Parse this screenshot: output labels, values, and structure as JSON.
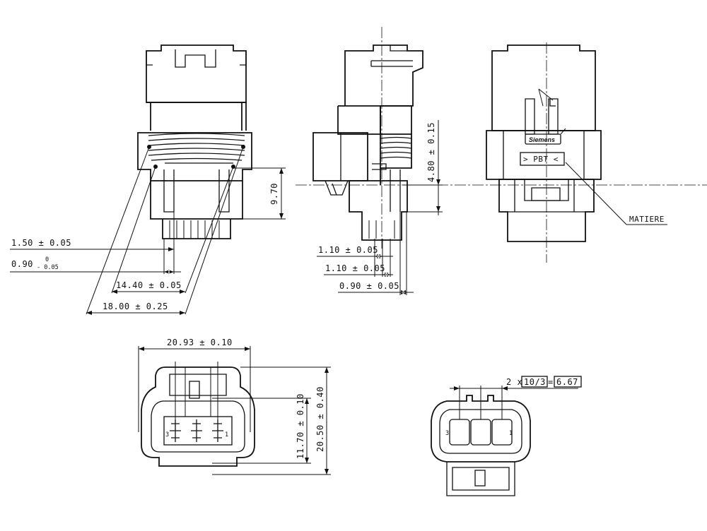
{
  "dimensions": {
    "d_1_50": "1.50 ± 0.05",
    "d_0_90_main": "0.90",
    "d_0_90_tol_upper": "0",
    "d_0_90_tol_lower": "- 0.05",
    "d_14_40": "14.40 ± 0.05",
    "d_18_00": "18.00 ± 0.25",
    "d_9_70": "9.70",
    "d_1_10_a": "1.10 ± 0.05",
    "d_1_10_b": "1.10 ± 0.05",
    "d_0_90_side": "0.90 ± 0.05",
    "d_4_80": "4.80 ± 0.15",
    "d_20_93": "20.93 ± 0.10",
    "d_11_70": "11.70 ± 0.10",
    "d_20_50": "20.50 ± 0.40",
    "pitch_count": "2 x",
    "pitch_value": "10/3",
    "pitch_equals": "=",
    "pitch_result": "6.67"
  },
  "labels": {
    "material_label": "MATIERE",
    "material_mark": "> PBT <",
    "logo": "Siemens"
  },
  "pins": {
    "front_pin_1": "1",
    "front_pin_3": "3",
    "rear_pin_1": "1",
    "rear_pin_3": "3"
  }
}
